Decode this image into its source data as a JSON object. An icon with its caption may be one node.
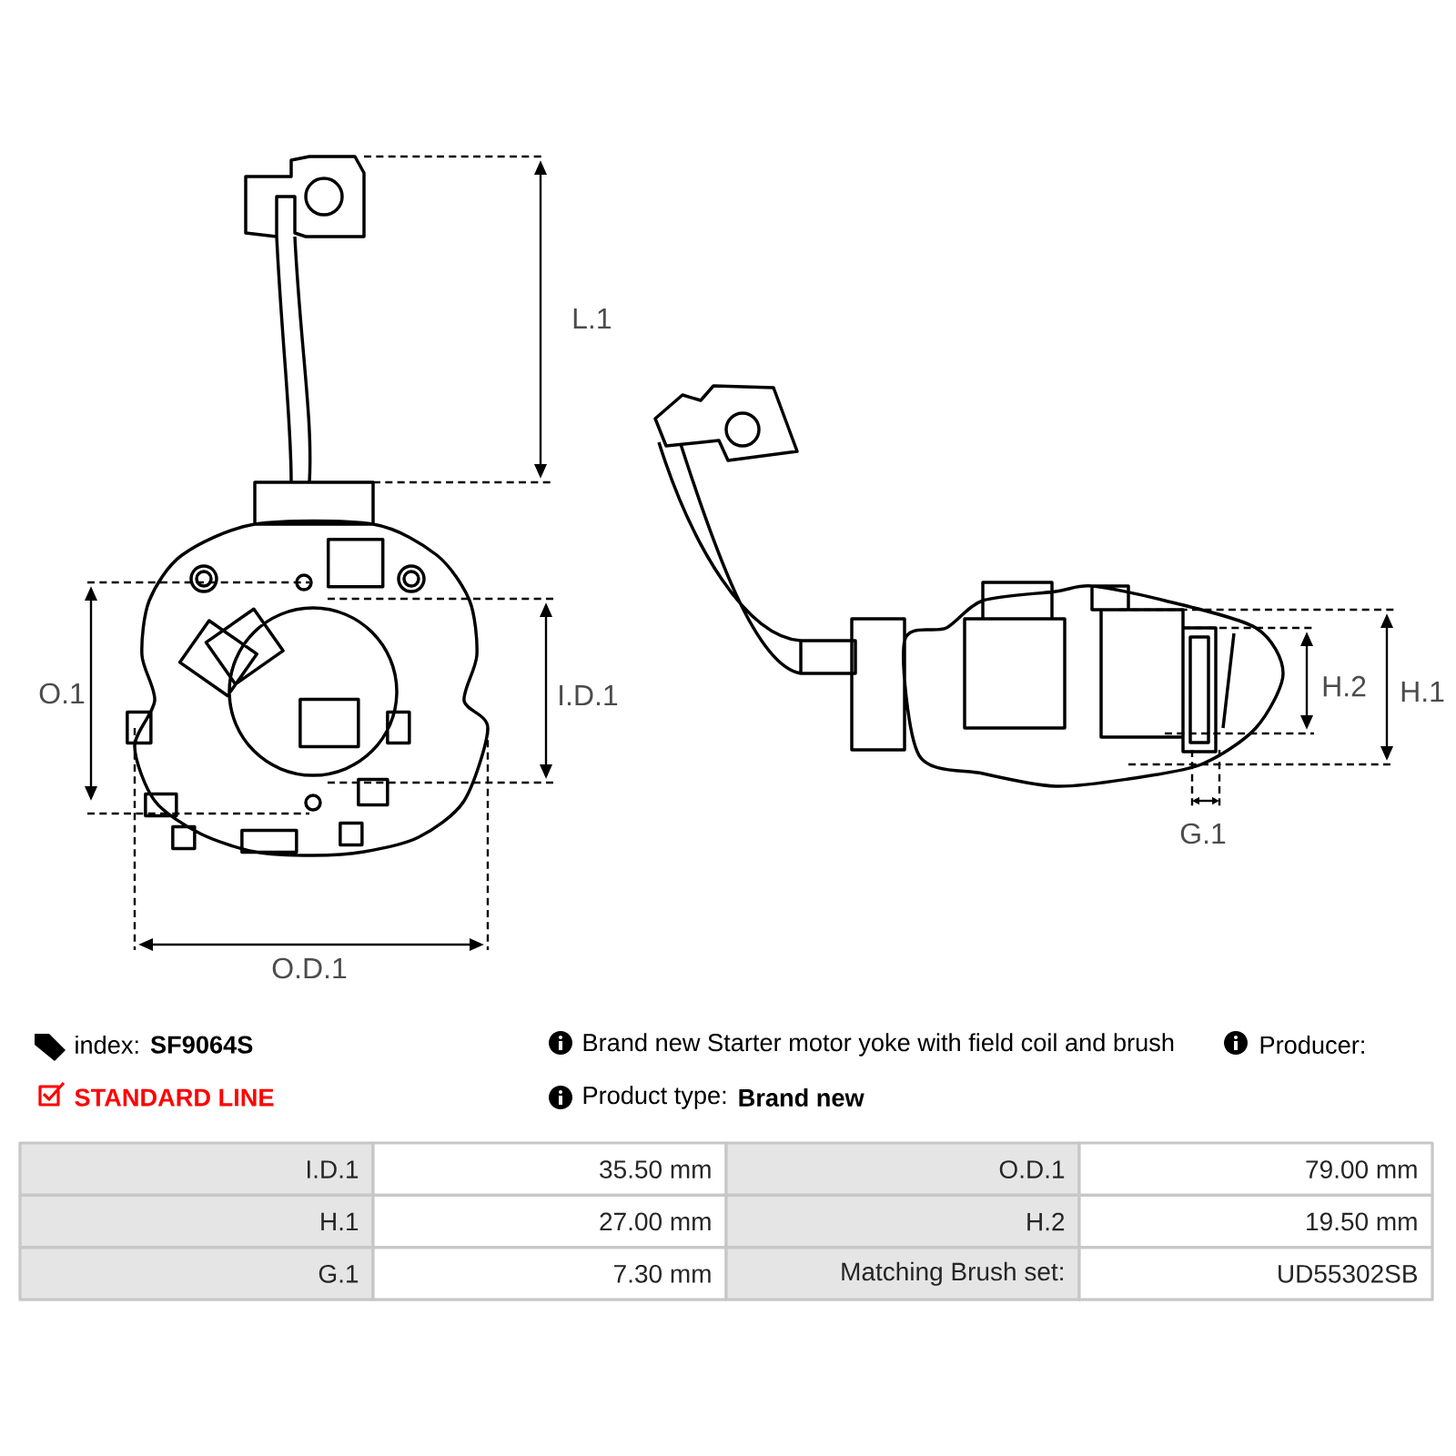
{
  "diagram": {
    "labels": [
      "L.1",
      "O.1",
      "I.D.1",
      "O.D.1",
      "H.2",
      "H.1",
      "G.1",
      "index:",
      "SF9064S",
      "Brand new Starter motor yoke with field coil and brush",
      "Producer:",
      "STANDARD LINE",
      "Product type:",
      "Brand new",
      "I.D.1",
      "35.50 mm",
      "O.D.1",
      "79.00 mm",
      "H.1",
      "27.00 mm",
      "H.2",
      "19.50 mm",
      "G.1",
      "7.30 mm",
      "Matching Brush set:",
      "UD55302SB"
    ]
  }
}
